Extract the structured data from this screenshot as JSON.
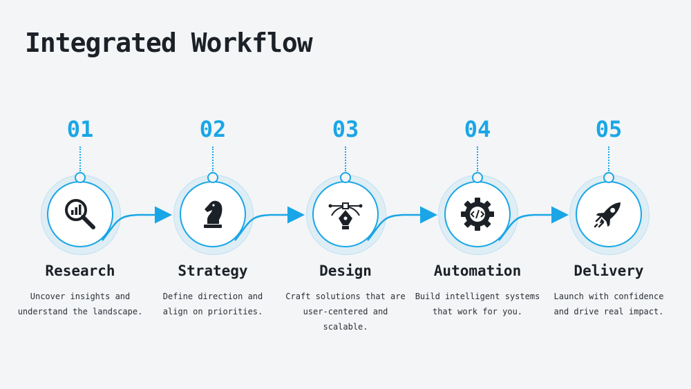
{
  "title": "Integrated Workflow",
  "colors": {
    "accent": "#1aa6e6",
    "text": "#1c2127",
    "background": "#f3f5f7"
  },
  "steps": [
    {
      "number": "01",
      "title": "Research",
      "icon": "magnifier-chart-icon",
      "desc_line1": "Uncover insights and",
      "desc_line2": "understand the landscape."
    },
    {
      "number": "02",
      "title": "Strategy",
      "icon": "chess-knight-icon",
      "desc_line1": "Define direction and",
      "desc_line2": "align on priorities."
    },
    {
      "number": "03",
      "title": "Design",
      "icon": "pen-tool-icon",
      "desc_line1": "Craft solutions that are",
      "desc_line2": "user-centered and scalable."
    },
    {
      "number": "04",
      "title": "Automation",
      "icon": "gear-code-icon",
      "desc_line1": "Build intelligent systems",
      "desc_line2": "that work for you."
    },
    {
      "number": "05",
      "title": "Delivery",
      "icon": "rocket-icon",
      "desc_line1": "Launch with confidence",
      "desc_line2": "and drive real impact."
    }
  ]
}
